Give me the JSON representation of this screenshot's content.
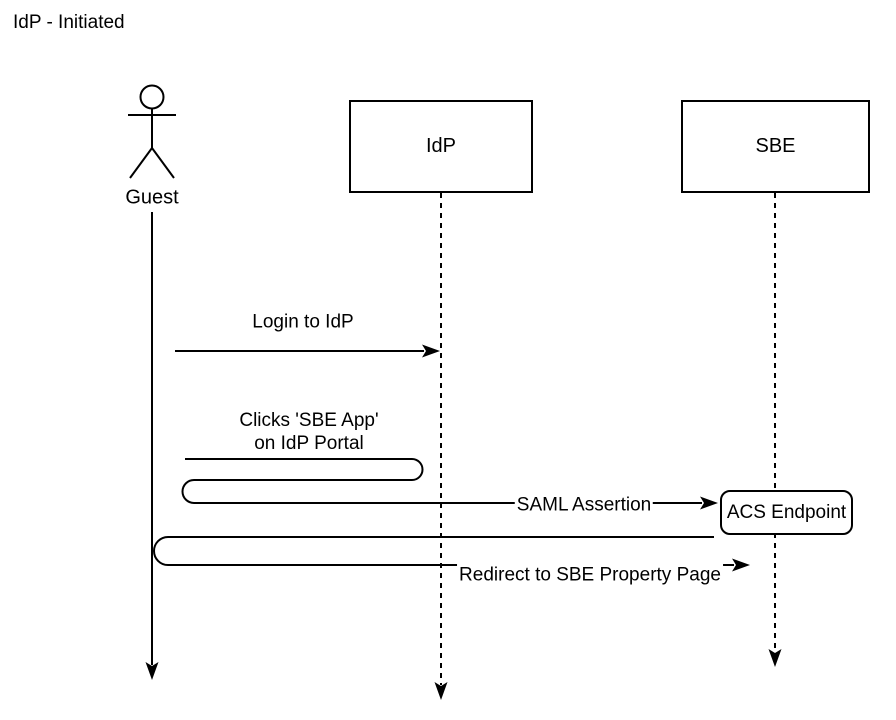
{
  "title": "IdP - Initiated",
  "actors": {
    "guest": {
      "label": "Guest"
    },
    "idp": {
      "label": "IdP"
    },
    "sbe": {
      "label": "SBE"
    }
  },
  "messages": {
    "login": {
      "label": "Login to IdP",
      "from": "Guest",
      "to": "IdP"
    },
    "clicks": {
      "line1": "Clicks 'SBE App'",
      "line2": "on IdP Portal",
      "from": "Guest",
      "to": "ACS Endpoint"
    },
    "saml": {
      "label": "SAML Assertion"
    },
    "acs": {
      "label": "ACS Endpoint"
    },
    "redirect": {
      "label": "Redirect to SBE Property Page",
      "from": "ACS Endpoint",
      "to": "SBE"
    }
  },
  "colors": {
    "stroke": "#000000",
    "background": "#ffffff"
  }
}
